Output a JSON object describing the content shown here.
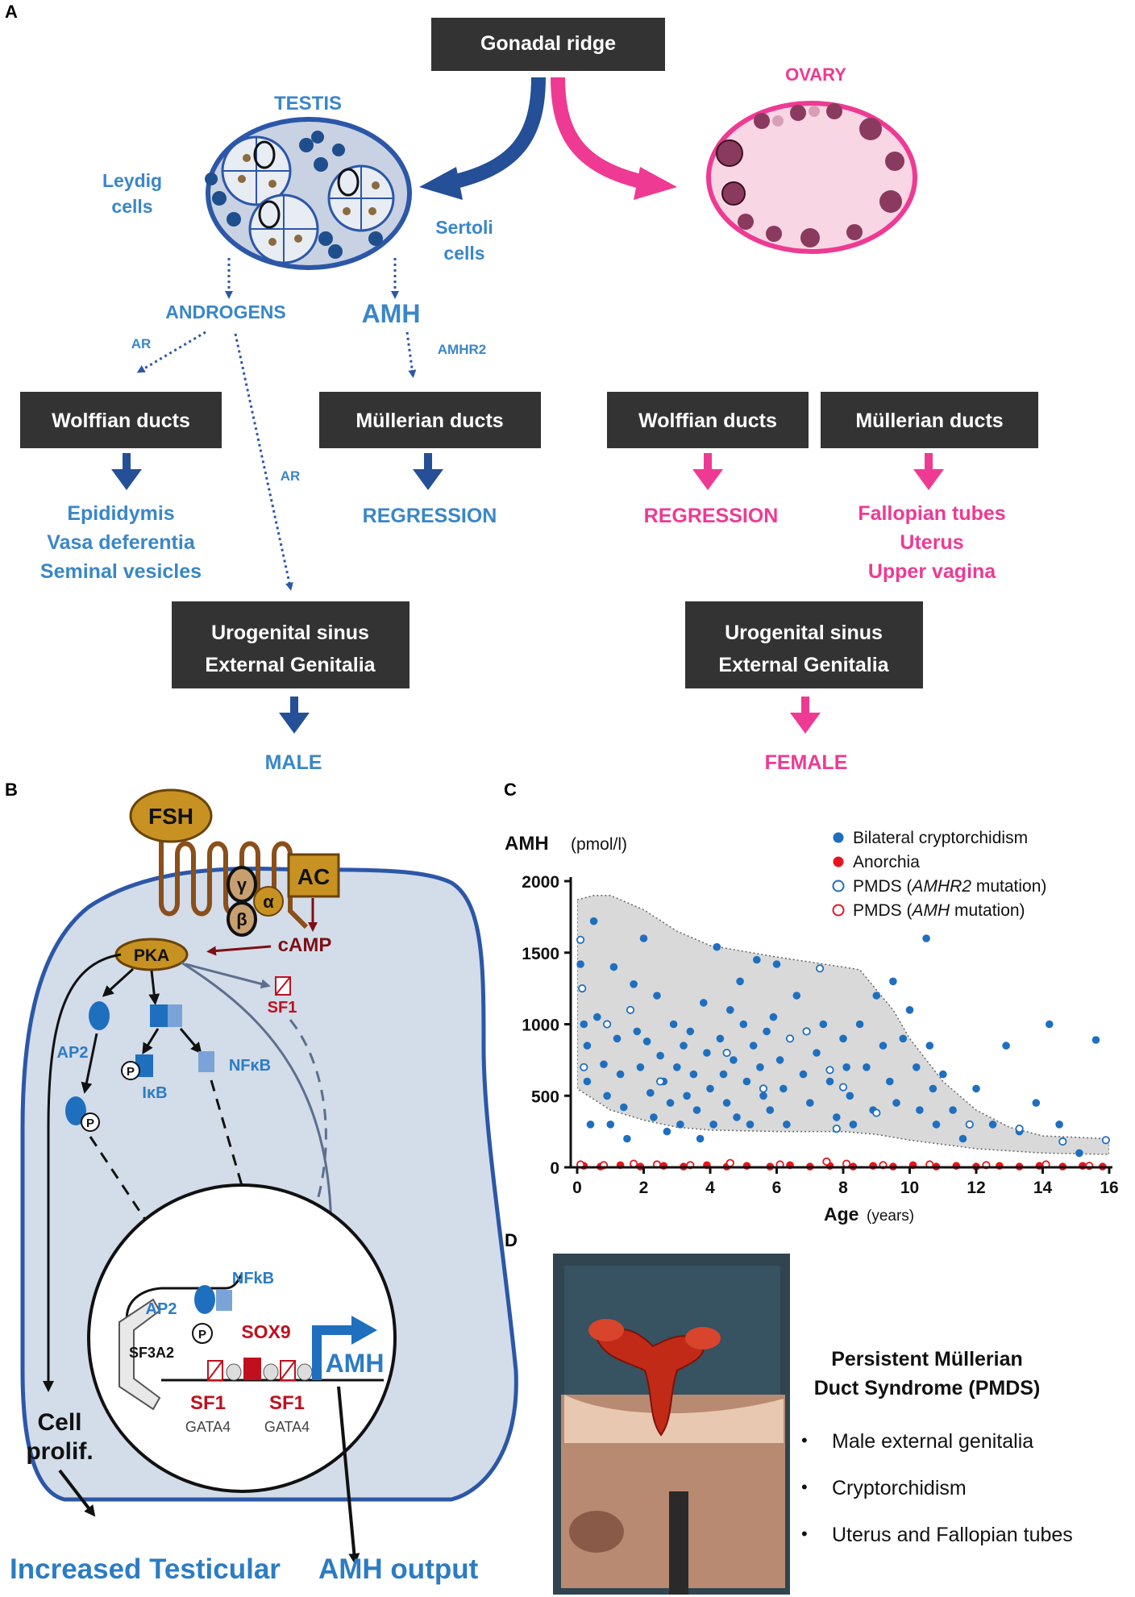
{
  "panels": {
    "a": "A",
    "b": "B",
    "c": "C",
    "d": "D"
  },
  "colors": {
    "male": "#3a86c8",
    "male_dark": "#254f96",
    "female": "#ee3a93",
    "box": "#333333",
    "cell": "#d3dce9",
    "cell_border": "#2c57a8",
    "sf1_red": "#c0101e"
  },
  "panel_a": {
    "gonadal_ridge": "Gonadal ridge",
    "testis": "TESTIS",
    "ovary": "OVARY",
    "leydig_1": "Leydig",
    "leydig_2": "cells",
    "sertoli_1": "Sertoli",
    "sertoli_2": "cells",
    "androgens": "ANDROGENS",
    "amh": "AMH",
    "ar_1": "AR",
    "ar_2": "AR",
    "amhr2": "AMHR2",
    "male_wolffian": "Wolffian ducts",
    "male_mullerian": "Müllerian ducts",
    "female_wolffian": "Wolffian ducts",
    "female_mullerian": "Müllerian ducts",
    "epididymis": "Epididymis",
    "vasa": "Vasa deferentia",
    "seminal": "Seminal vesicles",
    "male_regression": "REGRESSION",
    "female_regression": "REGRESSION",
    "fallopian": "Fallopian tubes",
    "uterus": "Uterus",
    "upper_vagina": "Upper vagina",
    "male_ugs_1": "Urogenital sinus",
    "male_ugs_2": "External Genitalia",
    "female_ugs_1": "Urogenital sinus",
    "female_ugs_2": "External Genitalia",
    "male": "MALE",
    "female": "FEMALE"
  },
  "panel_b": {
    "fsh": "FSH",
    "ac": "AC",
    "gamma": "γ",
    "alpha": "α",
    "beta": "β",
    "camp": "cAMP",
    "pka": "PKA",
    "sf1_top": "SF1",
    "ap2": "AP2",
    "ikb": "IκB",
    "nfkb": "NFκB",
    "p1": "P",
    "p2": "P",
    "p3": "P",
    "nfkb_nuc": "NFkB",
    "ap2_nuc": "AP2",
    "sox9": "SOX9",
    "sf3a2": "SF3A2",
    "amh_gene": "AMH",
    "sf1_a": "SF1",
    "sf1_b": "SF1",
    "gata4_a": "GATA4",
    "gata4_b": "GATA4",
    "cell_prolif_1": "Cell",
    "cell_prolif_2": "prolif.",
    "bottom_1": "Increased Testicular",
    "bottom_2": "AMH output"
  },
  "panel_d": {
    "title_1": "Persistent Müllerian",
    "title_2": "Duct Syndrome (PMDS)",
    "bullets": [
      "Male external genitalia",
      "Cryptorchidism",
      "Uterus and Fallopian tubes"
    ],
    "bullet_char": "•"
  },
  "chart_data": {
    "type": "scatter",
    "title": "",
    "ylabel": "AMH",
    "ylabel_unit": "(pmol/l)",
    "xlabel": "Age",
    "xlabel_unit": "(years)",
    "xlim": [
      0,
      16
    ],
    "ylim": [
      0,
      2000
    ],
    "xticks": [
      0,
      2,
      4,
      6,
      8,
      10,
      12,
      14,
      16
    ],
    "yticks": [
      0,
      500,
      1000,
      1500,
      2000
    ],
    "legend_position": "top-right",
    "legend": [
      {
        "label": "Bilateral cryptorchidism",
        "marker": "filled",
        "color": "#1f6fbf"
      },
      {
        "label": "Anorchia",
        "marker": "filled",
        "color": "#e8141b"
      },
      {
        "label": "PMDS (",
        "italic": "AMHR2",
        "label_end": " mutation)",
        "marker": "open",
        "color": "#1f6fbf"
      },
      {
        "label": "PMDS (",
        "italic": "AMH",
        "label_end": " mutation)",
        "marker": "open",
        "color": "#e8141b"
      }
    ],
    "reference_band": {
      "upper": [
        [
          0,
          1870
        ],
        [
          0.5,
          1900
        ],
        [
          1,
          1900
        ],
        [
          2,
          1800
        ],
        [
          3,
          1650
        ],
        [
          4,
          1550
        ],
        [
          6,
          1470
        ],
        [
          8,
          1400
        ],
        [
          8.5,
          1380
        ],
        [
          9.5,
          1100
        ],
        [
          10,
          900
        ],
        [
          11,
          600
        ],
        [
          12,
          400
        ],
        [
          13,
          280
        ],
        [
          14,
          220
        ],
        [
          16,
          200
        ]
      ],
      "lower": [
        [
          0,
          550
        ],
        [
          1,
          400
        ],
        [
          2,
          330
        ],
        [
          3,
          280
        ],
        [
          4,
          260
        ],
        [
          6,
          250
        ],
        [
          8,
          250
        ],
        [
          9,
          230
        ],
        [
          10,
          190
        ],
        [
          12,
          130
        ],
        [
          14,
          100
        ],
        [
          16,
          90
        ]
      ]
    },
    "series": [
      {
        "name": "Bilateral cryptorchidism",
        "marker": "filled",
        "color": "#1f6fbf",
        "points": [
          [
            0.1,
            1420
          ],
          [
            0.2,
            1000
          ],
          [
            0.3,
            850
          ],
          [
            0.3,
            600
          ],
          [
            0.4,
            300
          ],
          [
            0.5,
            1720
          ],
          [
            0.6,
            1050
          ],
          [
            0.8,
            720
          ],
          [
            0.9,
            500
          ],
          [
            1.0,
            300
          ],
          [
            1.1,
            1400
          ],
          [
            1.2,
            900
          ],
          [
            1.3,
            650
          ],
          [
            1.4,
            420
          ],
          [
            1.5,
            200
          ],
          [
            1.7,
            1280
          ],
          [
            1.8,
            950
          ],
          [
            1.9,
            700
          ],
          [
            2.0,
            1600
          ],
          [
            2.1,
            880
          ],
          [
            2.2,
            520
          ],
          [
            2.3,
            350
          ],
          [
            2.4,
            1200
          ],
          [
            2.5,
            780
          ],
          [
            2.6,
            600
          ],
          [
            2.7,
            250
          ],
          [
            2.8,
            450
          ],
          [
            2.9,
            1000
          ],
          [
            3.0,
            700
          ],
          [
            3.1,
            300
          ],
          [
            3.2,
            850
          ],
          [
            3.3,
            500
          ],
          [
            3.4,
            950
          ],
          [
            3.5,
            650
          ],
          [
            3.6,
            400
          ],
          [
            3.7,
            200
          ],
          [
            3.8,
            1150
          ],
          [
            3.9,
            800
          ],
          [
            4.0,
            550
          ],
          [
            4.1,
            300
          ],
          [
            4.2,
            1540
          ],
          [
            4.3,
            900
          ],
          [
            4.4,
            650
          ],
          [
            4.5,
            450
          ],
          [
            4.6,
            1100
          ],
          [
            4.7,
            750
          ],
          [
            4.8,
            350
          ],
          [
            4.9,
            1300
          ],
          [
            5.0,
            1000
          ],
          [
            5.1,
            600
          ],
          [
            5.2,
            300
          ],
          [
            5.3,
            850
          ],
          [
            5.4,
            1450
          ],
          [
            5.5,
            700
          ],
          [
            5.6,
            500
          ],
          [
            5.7,
            950
          ],
          [
            5.8,
            400
          ],
          [
            5.9,
            1050
          ],
          [
            6.0,
            1420
          ],
          [
            6.1,
            750
          ],
          [
            6.2,
            550
          ],
          [
            6.3,
            300
          ],
          [
            6.4,
            900
          ],
          [
            6.6,
            1200
          ],
          [
            6.8,
            650
          ],
          [
            7.0,
            450
          ],
          [
            7.2,
            800
          ],
          [
            7.4,
            1000
          ],
          [
            7.6,
            600
          ],
          [
            7.8,
            350
          ],
          [
            8.0,
            900
          ],
          [
            8.1,
            700
          ],
          [
            8.2,
            500
          ],
          [
            8.3,
            300
          ],
          [
            8.5,
            1000
          ],
          [
            8.7,
            700
          ],
          [
            8.9,
            400
          ],
          [
            9.0,
            1200
          ],
          [
            9.2,
            850
          ],
          [
            9.4,
            600
          ],
          [
            9.5,
            1300
          ],
          [
            9.6,
            450
          ],
          [
            9.8,
            900
          ],
          [
            10.0,
            1100
          ],
          [
            10.2,
            700
          ],
          [
            10.3,
            400
          ],
          [
            10.5,
            1600
          ],
          [
            10.6,
            850
          ],
          [
            10.7,
            550
          ],
          [
            10.8,
            300
          ],
          [
            11.0,
            650
          ],
          [
            11.3,
            400
          ],
          [
            11.6,
            200
          ],
          [
            12.0,
            550
          ],
          [
            12.5,
            300
          ],
          [
            12.9,
            850
          ],
          [
            13.3,
            250
          ],
          [
            13.8,
            450
          ],
          [
            14.2,
            1000
          ],
          [
            14.5,
            300
          ],
          [
            15.1,
            100
          ],
          [
            15.6,
            890
          ]
        ]
      },
      {
        "name": "Anorchia",
        "marker": "filled",
        "color": "#e8141b",
        "points": [
          [
            0.2,
            10
          ],
          [
            0.7,
            5
          ],
          [
            1.3,
            15
          ],
          [
            1.9,
            5
          ],
          [
            2.6,
            10
          ],
          [
            3.2,
            5
          ],
          [
            3.9,
            15
          ],
          [
            4.5,
            5
          ],
          [
            5.1,
            10
          ],
          [
            5.8,
            5
          ],
          [
            6.4,
            15
          ],
          [
            7.0,
            5
          ],
          [
            7.6,
            10
          ],
          [
            8.3,
            5
          ],
          [
            8.9,
            10
          ],
          [
            9.5,
            5
          ],
          [
            10.1,
            15
          ],
          [
            10.8,
            5
          ],
          [
            11.4,
            10
          ],
          [
            12.0,
            5
          ],
          [
            12.7,
            10
          ],
          [
            13.3,
            5
          ],
          [
            13.9,
            10
          ],
          [
            14.6,
            5
          ],
          [
            15.2,
            10
          ],
          [
            15.8,
            5
          ]
        ]
      },
      {
        "name": "PMDS (AMHR2 mutation)",
        "marker": "open",
        "color": "#1f6fbf",
        "points": [
          [
            0.1,
            1590
          ],
          [
            0.15,
            1250
          ],
          [
            0.2,
            700
          ],
          [
            0.9,
            1000
          ],
          [
            1.6,
            1100
          ],
          [
            2.5,
            600
          ],
          [
            4.5,
            800
          ],
          [
            5.6,
            550
          ],
          [
            6.4,
            900
          ],
          [
            6.9,
            950
          ],
          [
            7.3,
            1390
          ],
          [
            7.6,
            680
          ],
          [
            7.8,
            270
          ],
          [
            8.0,
            560
          ],
          [
            9.0,
            380
          ],
          [
            11.8,
            300
          ],
          [
            13.3,
            270
          ],
          [
            14.6,
            180
          ],
          [
            15.9,
            190
          ]
        ]
      },
      {
        "name": "PMDS (AMH mutation)",
        "marker": "open",
        "color": "#e8141b",
        "points": [
          [
            0.1,
            20
          ],
          [
            0.8,
            15
          ],
          [
            1.7,
            25
          ],
          [
            2.4,
            20
          ],
          [
            3.4,
            15
          ],
          [
            4.6,
            30
          ],
          [
            6.1,
            20
          ],
          [
            7.5,
            40
          ],
          [
            8.1,
            25
          ],
          [
            9.2,
            15
          ],
          [
            10.6,
            20
          ],
          [
            12.3,
            15
          ],
          [
            14.1,
            20
          ],
          [
            15.4,
            10
          ]
        ]
      }
    ]
  }
}
